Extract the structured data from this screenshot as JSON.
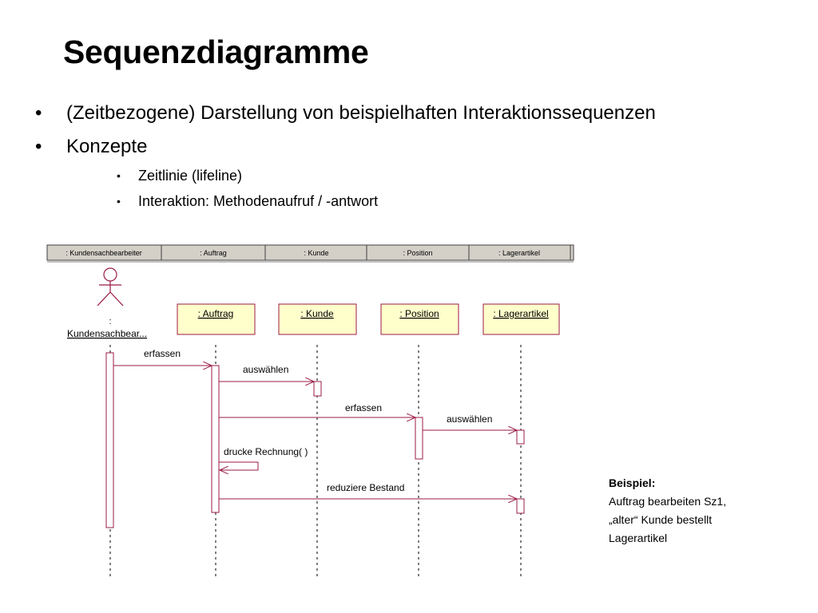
{
  "title": "Sequenzdiagramme",
  "bullets": {
    "item1": "(Zeitbezogene) Darstellung von beispielhaften Interaktionssequenzen",
    "item2": "Konzepte",
    "sub1": "Zeitlinie (lifeline)",
    "sub2": "Interaktion: Methodenaufruf / -antwort"
  },
  "diagram": {
    "header_cells": [
      ": Kundensachbearbeiter",
      ": Auftrag",
      ": Kunde",
      ": Position",
      ": Lagerartikel"
    ],
    "actor": {
      "colon": ":",
      "name": "Kundensachbear..."
    },
    "objects": [
      ": Auftrag",
      ": Kunde",
      ": Position",
      ": Lagerartikel"
    ],
    "messages": [
      "erfassen",
      "auswählen",
      "erfassen",
      "auswählen",
      "drucke Rechnung( )",
      "reduziere Bestand"
    ]
  },
  "note": {
    "head": "Beispiel:",
    "line1": "Auftrag bearbeiten Sz1,",
    "line2": "„alter“ Kunde bestellt",
    "line3": "Lagerartikel"
  },
  "colors": {
    "message_line": "#9b1b45",
    "object_fill": "#ffffcc",
    "header_fill": "#d4d0c8"
  }
}
